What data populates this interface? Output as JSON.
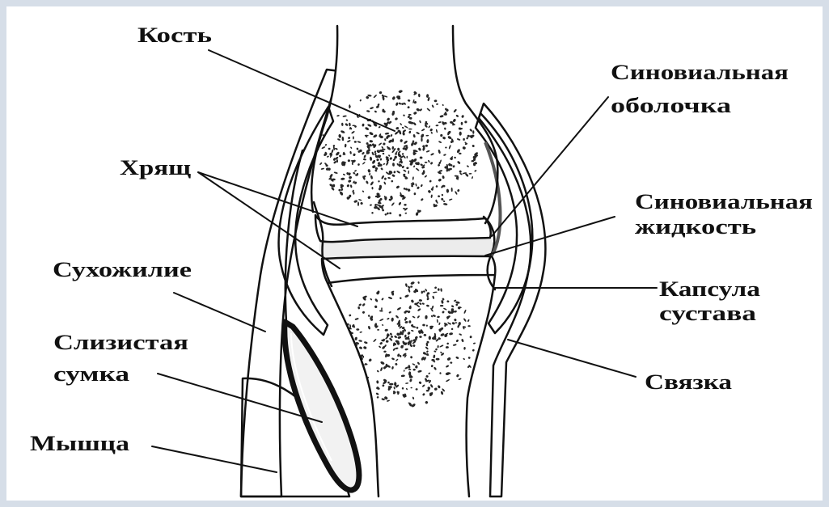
{
  "labels": {
    "bone": "Кость",
    "cartilage": "Хрящ",
    "tendon": "Сухожилие",
    "bursa": [
      "Слизистая",
      "сумка"
    ],
    "muscle": "Мышца",
    "synovial_membrane": [
      "Синовиальная",
      "оболочка"
    ],
    "synovial_fluid": [
      "Синовиальная",
      "жидкость"
    ],
    "joint_capsule": [
      "Капсула",
      "сустава"
    ],
    "ligament": "Связка"
  },
  "colors": {
    "ink": "#111111",
    "background": "#ffffff",
    "frame": "#d6dee8"
  }
}
